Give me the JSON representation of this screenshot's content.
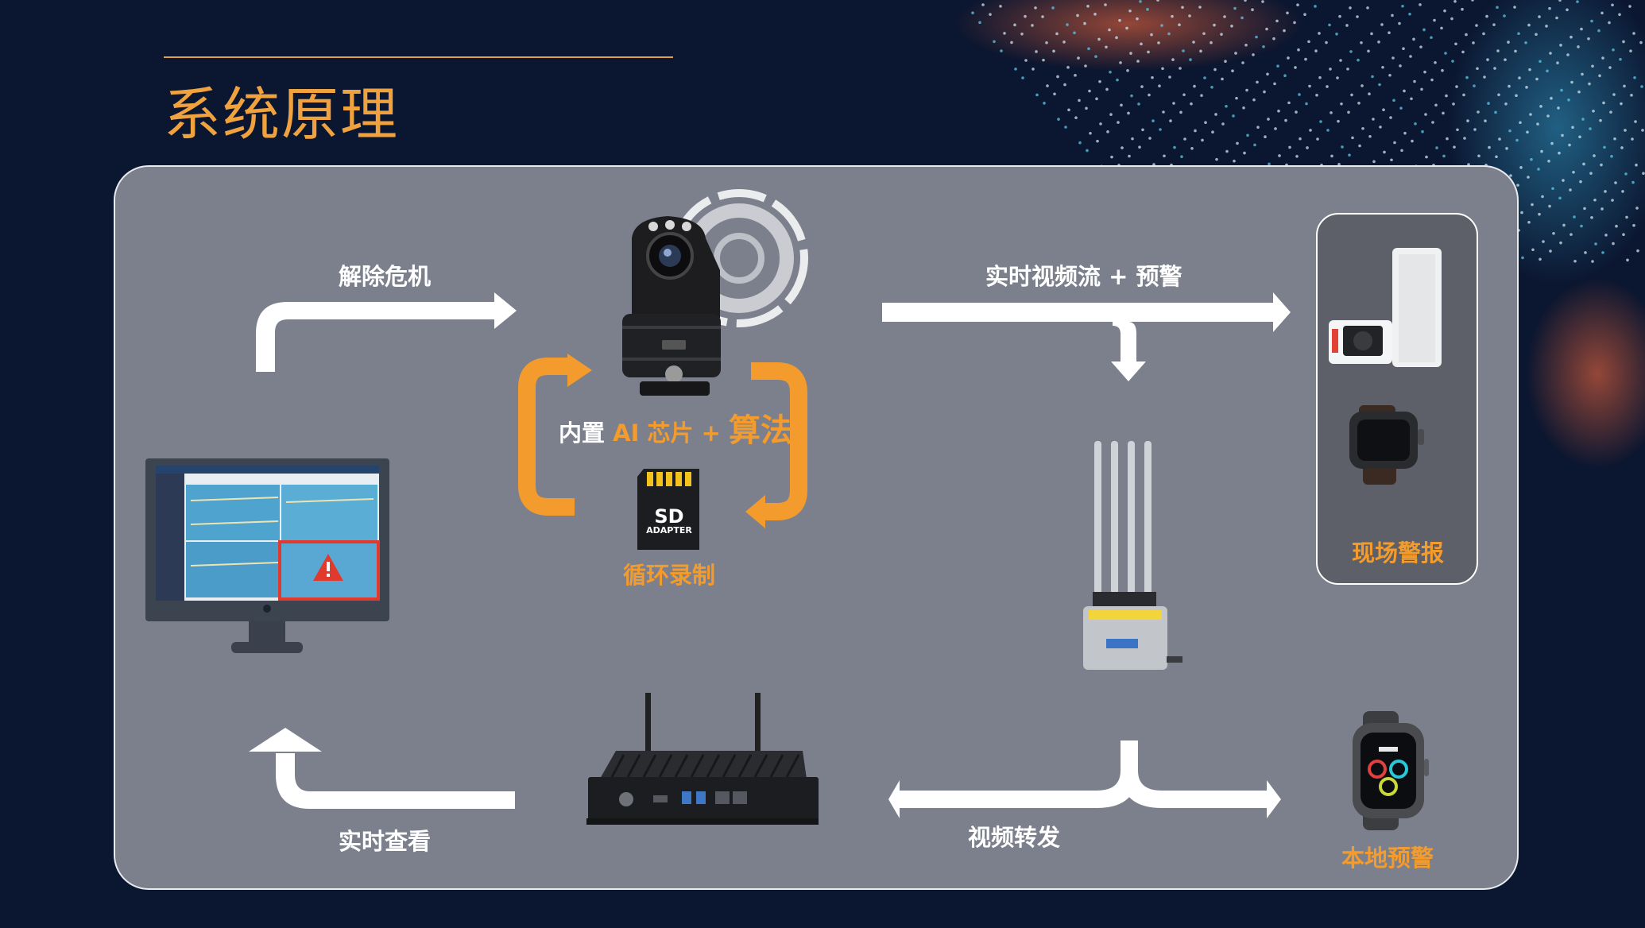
{
  "page": {
    "title": "系统原理",
    "colors": {
      "background": "#0b1630",
      "panel": "#7b808c",
      "accent": "#f39b2d",
      "arrow": "#ffffff"
    }
  },
  "diagram": {
    "top_left_label": "解除危机",
    "top_right_label": "实时视频流 + 预警",
    "bottom_left_label": "实时查看",
    "bottom_center_label": "视频转发",
    "camera_label": {
      "part1": "内置",
      "part2": "AI 芯片",
      "part3": "+",
      "part4": "算法"
    },
    "sd_card": {
      "line1": "SD",
      "line2": "ADAPTER"
    },
    "sd_label": "循环录制",
    "alert_box_label": "现场警报",
    "watch_label": "本地预警",
    "icons": [
      "monitor-icon",
      "ptz-camera-icon",
      "sd-card-icon",
      "router-icon",
      "server-box-icon",
      "speaker-icon",
      "smartwatch-icon"
    ]
  }
}
